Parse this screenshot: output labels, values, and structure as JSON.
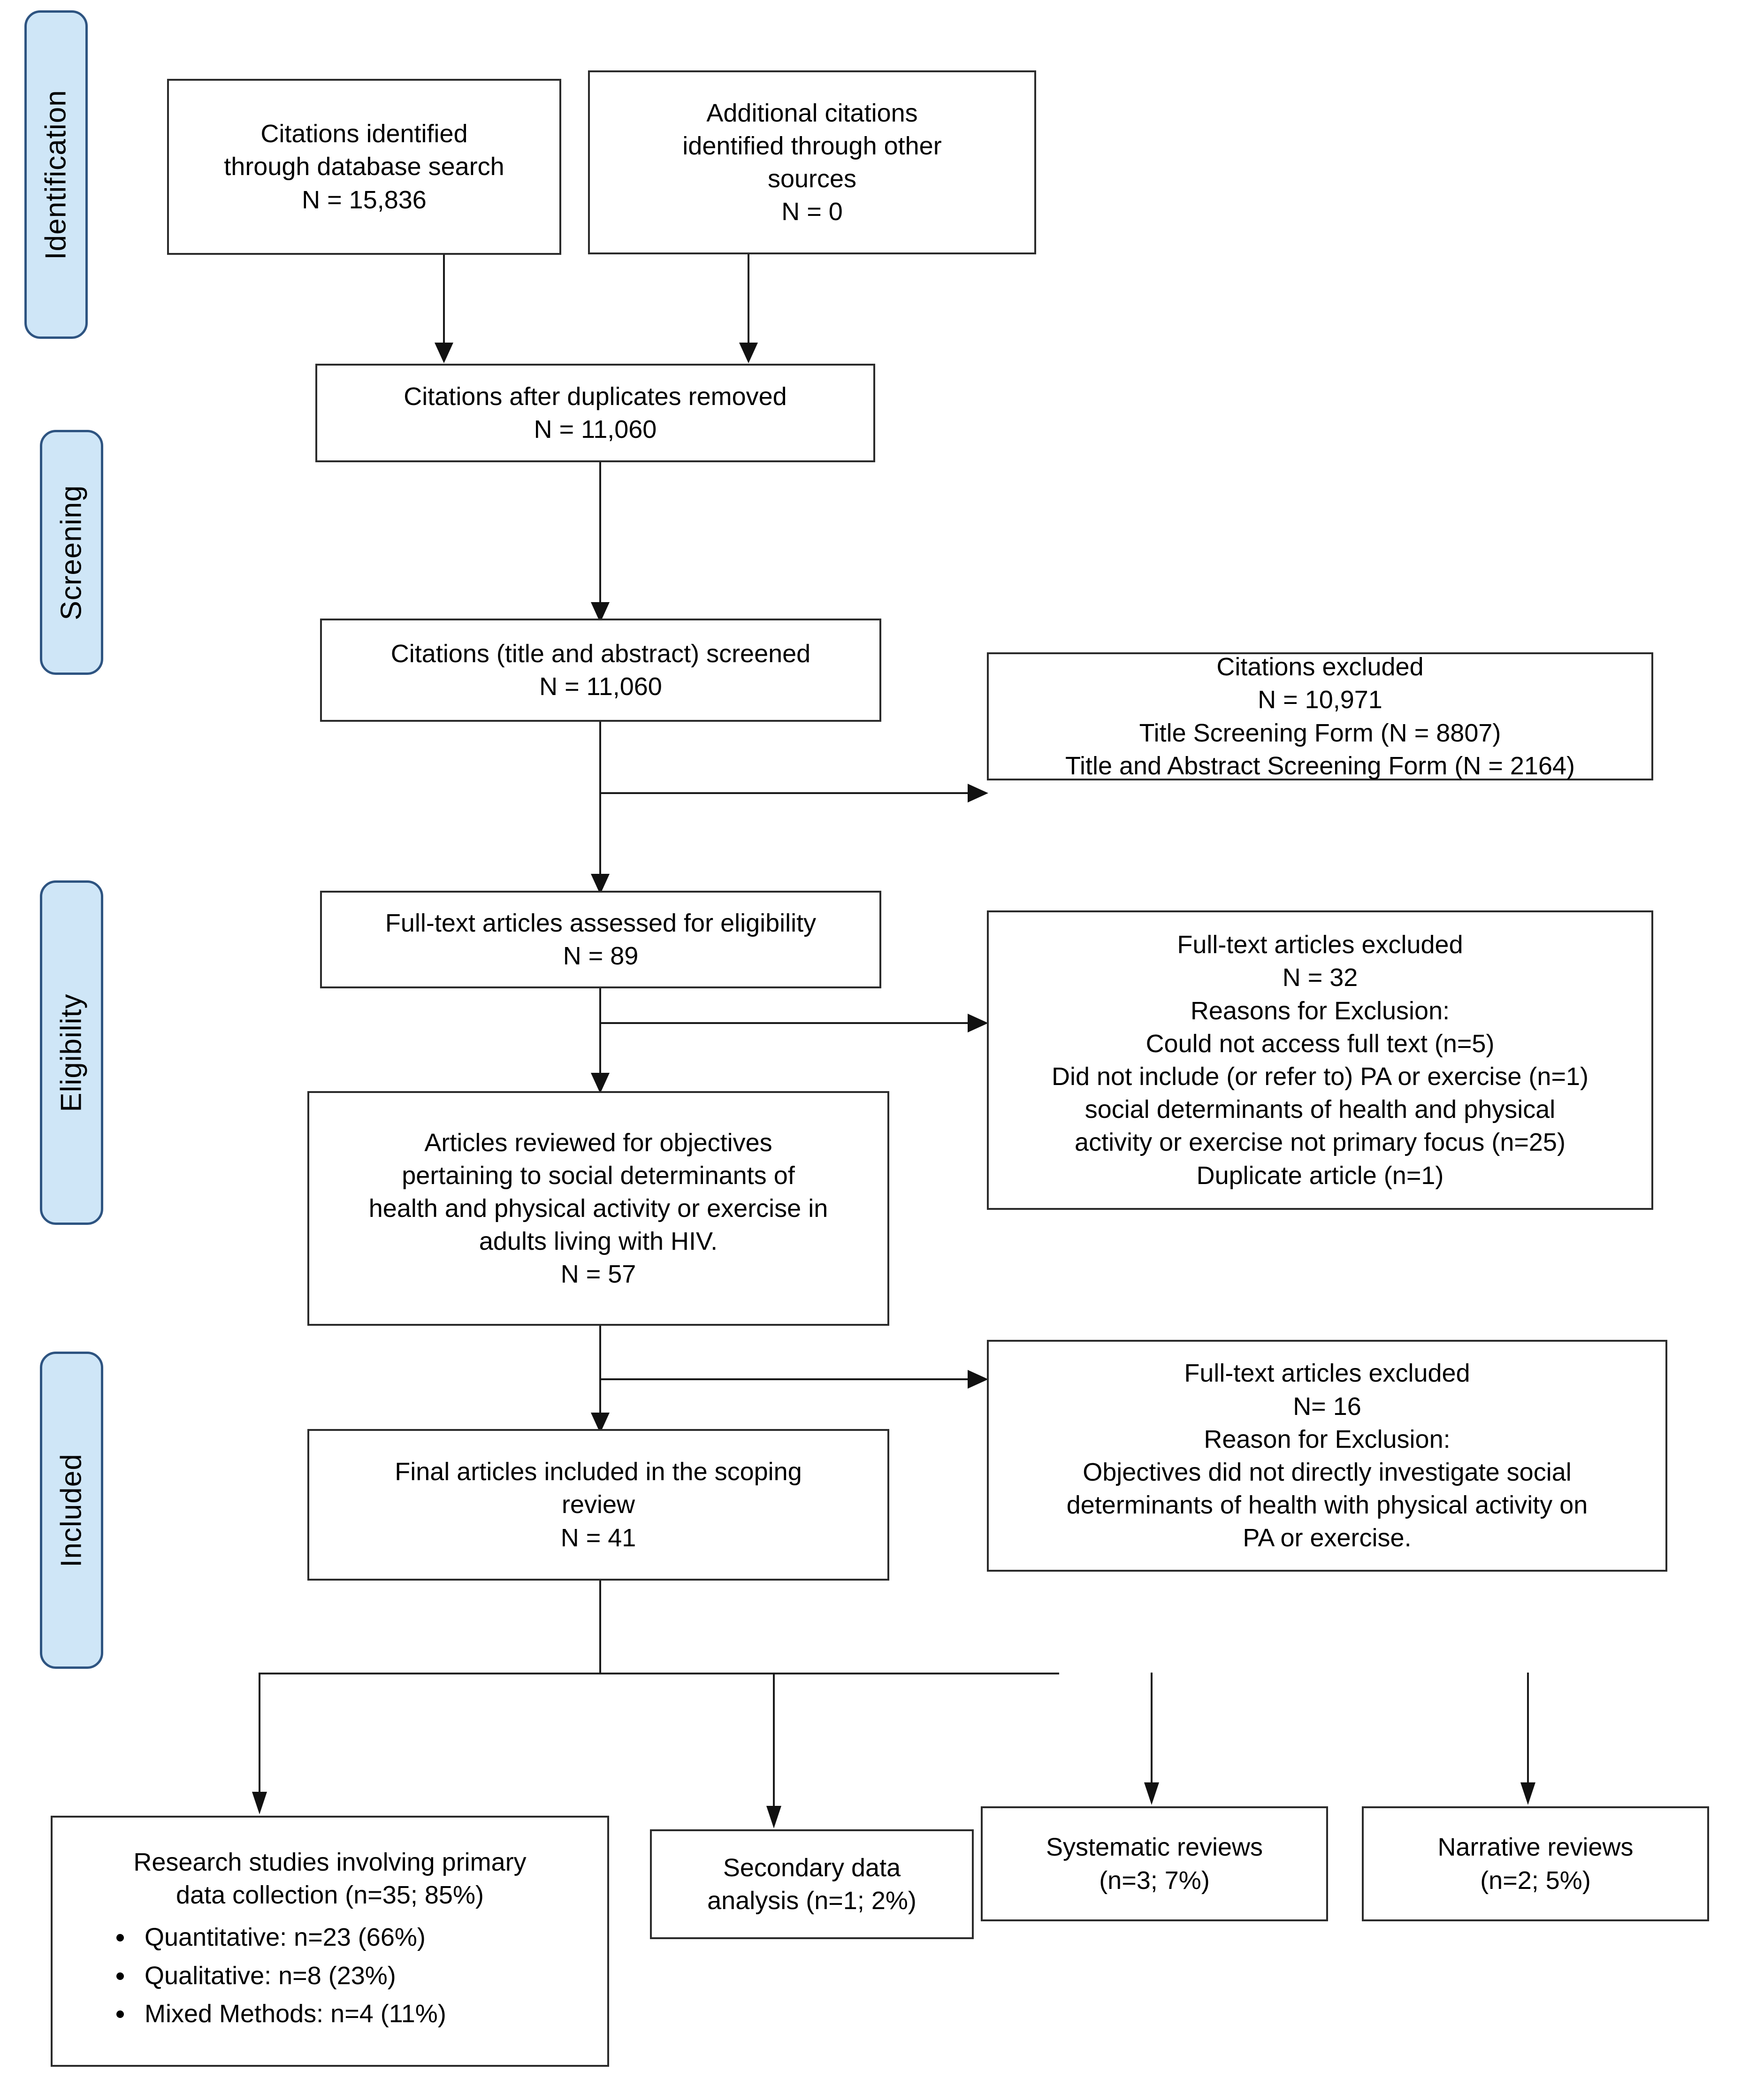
{
  "diagram": {
    "title": "PRISMA flow diagram",
    "accent_color": "#cfe6f7",
    "accent_border_color": "#2e5481",
    "box_border_color": "#2b2b2b",
    "connector_color": "#1a1a1a"
  },
  "stages": [
    {
      "label": "Identification"
    },
    {
      "label": "Screening"
    },
    {
      "label": "Eligibility"
    },
    {
      "label": "Included"
    }
  ],
  "boxes": {
    "database_search": {
      "lines": [
        "Citations identified",
        "through database search",
        "N = 15,836"
      ]
    },
    "other_sources": {
      "lines": [
        "Additional citations",
        "identified through other",
        "sources",
        "N = 0"
      ]
    },
    "duplicates_removed": {
      "lines": [
        "Citations after duplicates removed",
        "N = 11,060"
      ]
    },
    "title_abstract_screened": {
      "lines": [
        "Citations (title and abstract) screened",
        "N = 11,060"
      ]
    },
    "citations_excluded": {
      "lines": [
        "Citations excluded",
        "N = 10,971",
        "Title Screening Form (N = 8807)",
        "Title and Abstract Screening Form (N = 2164)"
      ]
    },
    "fulltext_assessed": {
      "lines": [
        "Full-text articles assessed for eligibility",
        "N = 89"
      ]
    },
    "fulltext_excluded_32": {
      "lines": [
        "Full-text articles excluded",
        "N = 32",
        "Reasons for Exclusion:",
        "Could not access full text (n=5)",
        "Did not include (or refer to) PA or exercise (n=1)",
        "social determinants of health and physical",
        "activity or exercise not primary focus (n=25)",
        "Duplicate article (n=1)"
      ]
    },
    "articles_reviewed": {
      "lines": [
        "Articles reviewed for objectives",
        "pertaining to social determinants of",
        "health and physical activity or exercise in",
        "adults living with HIV.",
        "N = 57"
      ]
    },
    "fulltext_excluded_16": {
      "lines": [
        "Full-text articles excluded",
        "N= 16",
        "Reason for Exclusion:",
        "Objectives did not directly investigate social",
        "determinants of health with physical activity on",
        "PA or exercise."
      ]
    },
    "final_included": {
      "lines": [
        "Final articles included in the scoping",
        "review",
        "N = 41"
      ]
    },
    "primary_research": {
      "lines": [
        "Research studies involving primary",
        "data collection (n=35; 85%)"
      ],
      "bullets": [
        "Quantitative: n=23 (66%)",
        "Qualitative: n=8 (23%)",
        "Mixed Methods: n=4 (11%)"
      ]
    },
    "secondary_analysis": {
      "lines": [
        "Secondary data",
        "analysis (n=1; 2%)"
      ]
    },
    "systematic_reviews": {
      "lines": [
        "Systematic reviews",
        "(n=3; 7%)"
      ]
    },
    "narrative_reviews": {
      "lines": [
        "Narrative reviews",
        "(n=2; 5%)"
      ]
    }
  },
  "chart_data": {
    "type": "diagram",
    "title": "PRISMA flow diagram of study selection",
    "nodes": [
      {
        "id": "database_search",
        "stage": "Identification",
        "label": "Citations identified through database search",
        "n": 15836
      },
      {
        "id": "other_sources",
        "stage": "Identification",
        "label": "Additional citations identified through other sources",
        "n": 0
      },
      {
        "id": "duplicates_removed",
        "stage": "Screening",
        "label": "Citations after duplicates removed",
        "n": 11060
      },
      {
        "id": "title_abstract_screened",
        "stage": "Screening",
        "label": "Citations (title and abstract) screened",
        "n": 11060
      },
      {
        "id": "citations_excluded",
        "stage": "Screening",
        "label": "Citations excluded",
        "n": 10971,
        "breakdown": [
          {
            "label": "Title Screening Form",
            "n": 8807
          },
          {
            "label": "Title and Abstract Screening Form",
            "n": 2164
          }
        ]
      },
      {
        "id": "fulltext_assessed",
        "stage": "Eligibility",
        "label": "Full-text articles assessed for eligibility",
        "n": 89
      },
      {
        "id": "fulltext_excluded_32",
        "stage": "Eligibility",
        "label": "Full-text articles excluded",
        "n": 32,
        "breakdown": [
          {
            "label": "Could not access full text",
            "n": 5
          },
          {
            "label": "Did not include (or refer to) PA or exercise",
            "n": 1
          },
          {
            "label": "social determinants of health and physical activity or exercise not primary focus",
            "n": 25
          },
          {
            "label": "Duplicate article",
            "n": 1
          }
        ]
      },
      {
        "id": "articles_reviewed",
        "stage": "Eligibility",
        "label": "Articles reviewed for objectives pertaining to social determinants of health and physical activity or exercise in adults living with HIV.",
        "n": 57
      },
      {
        "id": "fulltext_excluded_16",
        "stage": "Included",
        "label": "Full-text articles excluded",
        "n": 16,
        "breakdown": [
          {
            "label": "Objectives did not directly investigate social determinants of health with physical activity on PA or exercise.",
            "n": 16
          }
        ]
      },
      {
        "id": "final_included",
        "stage": "Included",
        "label": "Final articles included in the scoping review",
        "n": 41
      },
      {
        "id": "primary_research",
        "stage": "Included",
        "label": "Research studies involving primary data collection",
        "n": 35,
        "percent": 85,
        "breakdown": [
          {
            "label": "Quantitative",
            "n": 23,
            "percent": 66
          },
          {
            "label": "Qualitative",
            "n": 8,
            "percent": 23
          },
          {
            "label": "Mixed Methods",
            "n": 4,
            "percent": 11
          }
        ]
      },
      {
        "id": "secondary_analysis",
        "stage": "Included",
        "label": "Secondary data analysis",
        "n": 1,
        "percent": 2
      },
      {
        "id": "systematic_reviews",
        "stage": "Included",
        "label": "Systematic reviews",
        "n": 3,
        "percent": 7
      },
      {
        "id": "narrative_reviews",
        "stage": "Included",
        "label": "Narrative reviews",
        "n": 2,
        "percent": 5
      }
    ],
    "edges": [
      {
        "from": "database_search",
        "to": "duplicates_removed"
      },
      {
        "from": "other_sources",
        "to": "duplicates_removed"
      },
      {
        "from": "duplicates_removed",
        "to": "title_abstract_screened"
      },
      {
        "from": "title_abstract_screened",
        "to": "citations_excluded"
      },
      {
        "from": "title_abstract_screened",
        "to": "fulltext_assessed"
      },
      {
        "from": "fulltext_assessed",
        "to": "fulltext_excluded_32"
      },
      {
        "from": "fulltext_assessed",
        "to": "articles_reviewed"
      },
      {
        "from": "articles_reviewed",
        "to": "fulltext_excluded_16"
      },
      {
        "from": "articles_reviewed",
        "to": "final_included"
      },
      {
        "from": "final_included",
        "to": "primary_research"
      },
      {
        "from": "final_included",
        "to": "secondary_analysis"
      },
      {
        "from": "final_included",
        "to": "systematic_reviews"
      },
      {
        "from": "final_included",
        "to": "narrative_reviews"
      }
    ]
  }
}
